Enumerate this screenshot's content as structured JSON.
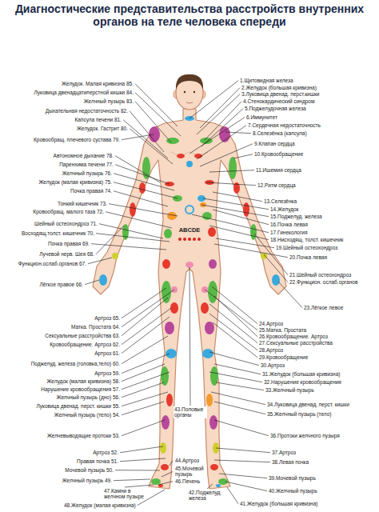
{
  "diagram": {
    "title": "Диагностические представительства расстройств внутренних органов на теле человека спереди",
    "labels": [
      "ABCDE",
      "Желудок. Малая кривизна 85.",
      "Луковица двенадцатиперстной кишки 84.",
      "Желчный пузырь 83.",
      "Дыхательная недостаточность 82.",
      "Капсула печени 81.",
      "Желудок. Гастрит 80.",
      "Кровообращ. плечевого сустава 79.",
      "Автономное дыхание 78.",
      "Паренхима печени 77.",
      "Желчный пузырь 76.",
      "Желудок (малая кривизна) 75.",
      "Почка правая 74.",
      "Тонкий кишечник 73.",
      "Кровообращ. малого таза 72.",
      "Шейный остеохондроз 71.",
      "Восходящ.толст. кишечник 70.",
      "Почка правая 69.",
      "Лучевой нерв. Шея 68.",
      "Функцион.ослаб.органов 67.",
      "Лёгкое правое 66.",
      "Артроз 65.",
      "Матка. Простата 64.",
      "Сексуальные расстройства 63.",
      "Кровообращение. Артроз 62.",
      "Артроз 61.",
      "Поджелуд. железа (головка,тело) 60.",
      "Артроз 59.",
      "Желудок (малая кривизна) 58.",
      "Нарушение кровообращения 57.",
      "Желчный пузырь (дно) 56.",
      "Луковица двенад. перст. кишки 55.",
      "Желчный пузырь (тело) 54.",
      "Желчевыводящие протоки 53.",
      "Артроз 52.",
      "Правая почка 51.",
      "Мочевой пузырь 50.",
      "Желчный пузырь 49.",
      "1.Щитовидная железа",
      "2.Желудок (большая кривизна)",
      "3.Луковица двенад. перст.кишки",
      "4.Стенокардический синдром",
      "5.Поджелудочная железа",
      "6.Иммунитет",
      "7.Сердечная недостаточность",
      "8.Селезёнка (капсула)",
      "9.Клапан сердца",
      "10.Кровообращение",
      "11.Ишемия сердца",
      "12.Ритм сердца",
      "13.Селезёнка",
      "14.Желудок",
      "15.Поджелуд. железа",
      "16.Почка левая",
      "17.Гинекология",
      "18.Нисходящ. толст. кишечник",
      "19.Шейный остеохондроз",
      "20.Почка левая",
      "21.Шейный остеохондроз",
      "22.Функцион. ослаб.органов",
      "23.Лёгкое левое",
      "24.Артроз",
      "25.Матка. Простата",
      "26.Кровообращение. Артроз",
      "27.Сексуальные расстройства",
      "28.Артроз",
      "29.Кровообращение",
      "30.Артроз",
      "31.Желудок (большая кривизна)",
      "32.Нарушение кровообращения",
      "33.Желчный пузырь",
      "34.Луковица двенад. перст. кишки",
      "35.Желчный пузырь (тело)",
      "36.Протоки желчного пузыря",
      "37.Артроз",
      "38.Левая почка",
      "39.Мочевой пузырь",
      "40.Желчный пузырь",
      "41.Желудок (большая кривизна)",
      "42.Поджелуд. железа",
      "43.Половые органы",
      "44.Артроз",
      "45.Мочевой пузырь",
      "46.Печень",
      "47.Камни в желчном пузыре",
      "48.Желудок (малая кривизна)"
    ]
  }
}
